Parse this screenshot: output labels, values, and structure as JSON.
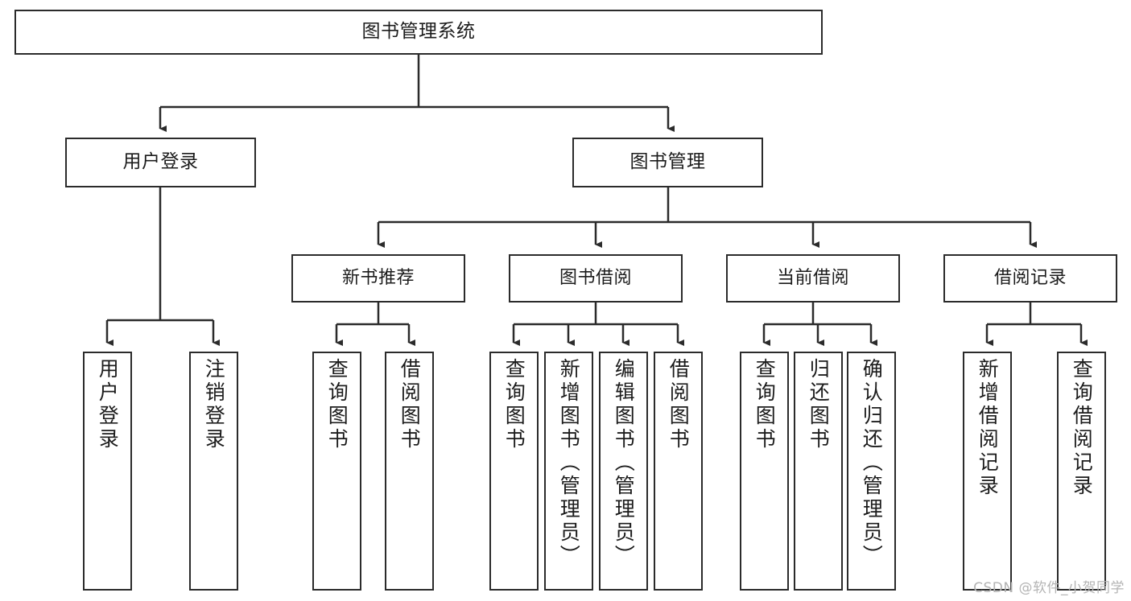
{
  "diagram": {
    "title": "图书管理系统",
    "type": "hierarchy-tree",
    "watermark": "CSDN @软件_小贺同学",
    "colors": {
      "box_border": "#2b2b2b",
      "box_fill": "#ffffff",
      "connector": "#2b2b2b",
      "text": "#1c1c1c",
      "watermark": "#b4b4b4",
      "background": "#ffffff"
    },
    "root": {
      "label": "图书管理系统"
    },
    "level2": [
      {
        "label": "用户登录"
      },
      {
        "label": "图书管理"
      }
    ],
    "level3": [
      {
        "label": "新书推荐"
      },
      {
        "label": "图书借阅"
      },
      {
        "label": "当前借阅"
      },
      {
        "label": "借阅记录"
      }
    ],
    "leaves": {
      "user_login": [
        {
          "label": "用户登录"
        },
        {
          "label": "注销登录"
        }
      ],
      "new_book_recommend": [
        {
          "label": "查询图书"
        },
        {
          "label": "借阅图书"
        }
      ],
      "book_borrow": [
        {
          "label": "查询图书"
        },
        {
          "label": "新增图书（管理员）"
        },
        {
          "label": "编辑图书（管理员）"
        },
        {
          "label": "借阅图书"
        }
      ],
      "current_borrow": [
        {
          "label": "查询图书"
        },
        {
          "label": "归还图书"
        },
        {
          "label": "确认归还（管理员）"
        }
      ],
      "borrow_record": [
        {
          "label": "新增借阅记录"
        },
        {
          "label": "查询借阅记录"
        }
      ]
    }
  }
}
